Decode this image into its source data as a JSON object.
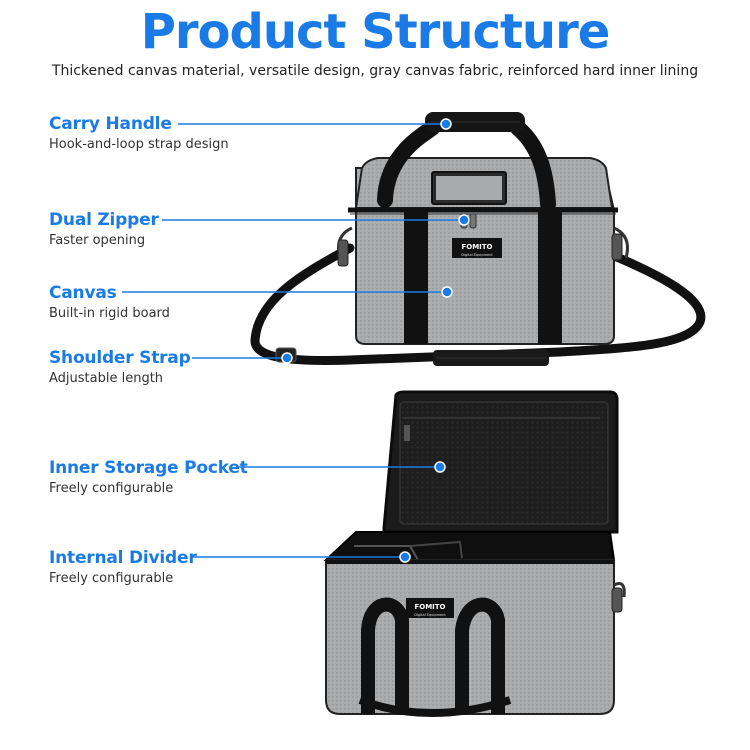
{
  "header": {
    "title": "Product Structure",
    "subtitle": "Thickened canvas material, versatile design, gray canvas fabric, reinforced hard inner lining"
  },
  "callouts": [
    {
      "title": "Carry Handle",
      "desc": "Hook-and-loop strap design"
    },
    {
      "title": "Dual Zipper",
      "desc": "Faster opening"
    },
    {
      "title": "Canvas",
      "desc": "Built-in rigid board"
    },
    {
      "title": "Shoulder Strap",
      "desc": "Adjustable length"
    },
    {
      "title": "Inner Storage Pocket",
      "desc": "Freely configurable"
    },
    {
      "title": "Internal Divider",
      "desc": "Freely configurable"
    }
  ],
  "brand": {
    "logo": "FOMITO",
    "tagline": "Digital Equipment"
  },
  "colors": {
    "accent": "#1a7be6",
    "fabric": "#a7a9ab",
    "strap": "#111111",
    "lining": "#1c1c1c"
  }
}
